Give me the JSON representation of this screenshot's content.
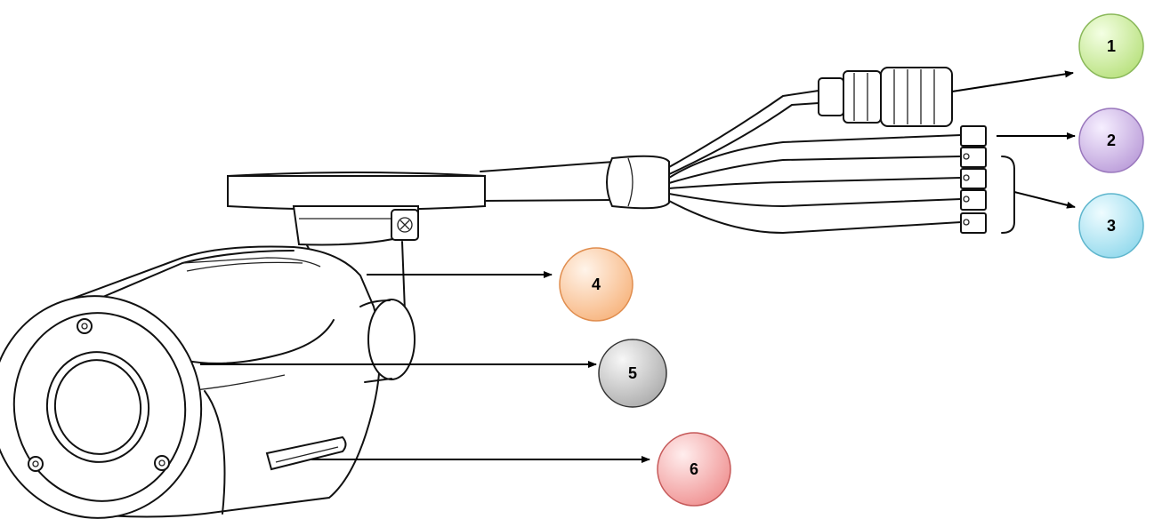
{
  "callouts": [
    {
      "id": "1",
      "label": "1",
      "color": "#b6e07a"
    },
    {
      "id": "2",
      "label": "2",
      "color": "#b99ad8"
    },
    {
      "id": "3",
      "label": "3",
      "color": "#8fd8ec"
    },
    {
      "id": "4",
      "label": "4",
      "color": "#f7b27a"
    },
    {
      "id": "5",
      "label": "5",
      "color": "#b4b4b4"
    },
    {
      "id": "6",
      "label": "6",
      "color": "#ef8e8e"
    }
  ]
}
